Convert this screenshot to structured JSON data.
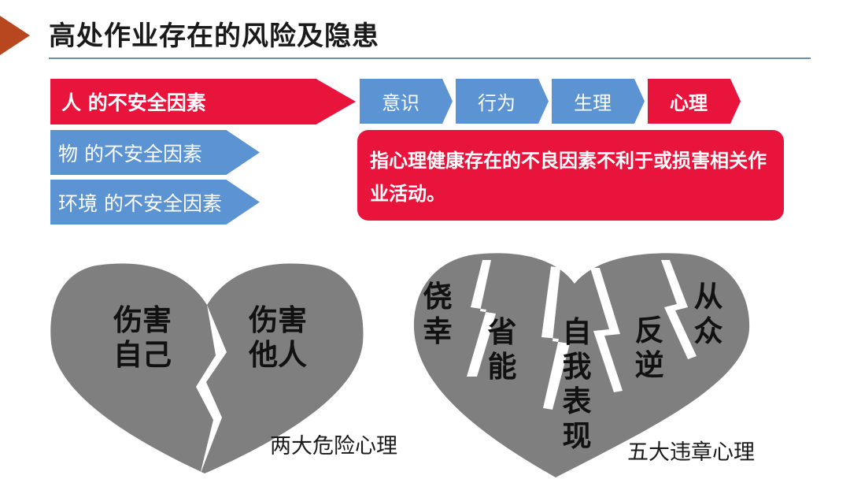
{
  "title": "高处作业存在的风险及隐患",
  "factors": {
    "human": "人 的不安全因素",
    "object": "物 的不安全因素",
    "environment": "环境 的不安全因素"
  },
  "human_aspects": [
    "意识",
    "行为",
    "生理",
    "心理"
  ],
  "definition": "指心理健康存在的不良因素不利于或损害相关作业活动。",
  "heart_two": {
    "left": [
      "伤害",
      "自己"
    ],
    "right": [
      "伤害",
      "他人"
    ],
    "caption": "两大危险心理"
  },
  "heart_five": {
    "items": [
      "侥幸",
      "省能",
      "自我表现",
      "反逆",
      "从众"
    ],
    "caption": "五大违章心理"
  },
  "colors": {
    "accent_red": "#e8143c",
    "accent_blue": "#5b93d3",
    "heart_gray": "#7f7f7f",
    "marker": "#b8461f"
  }
}
